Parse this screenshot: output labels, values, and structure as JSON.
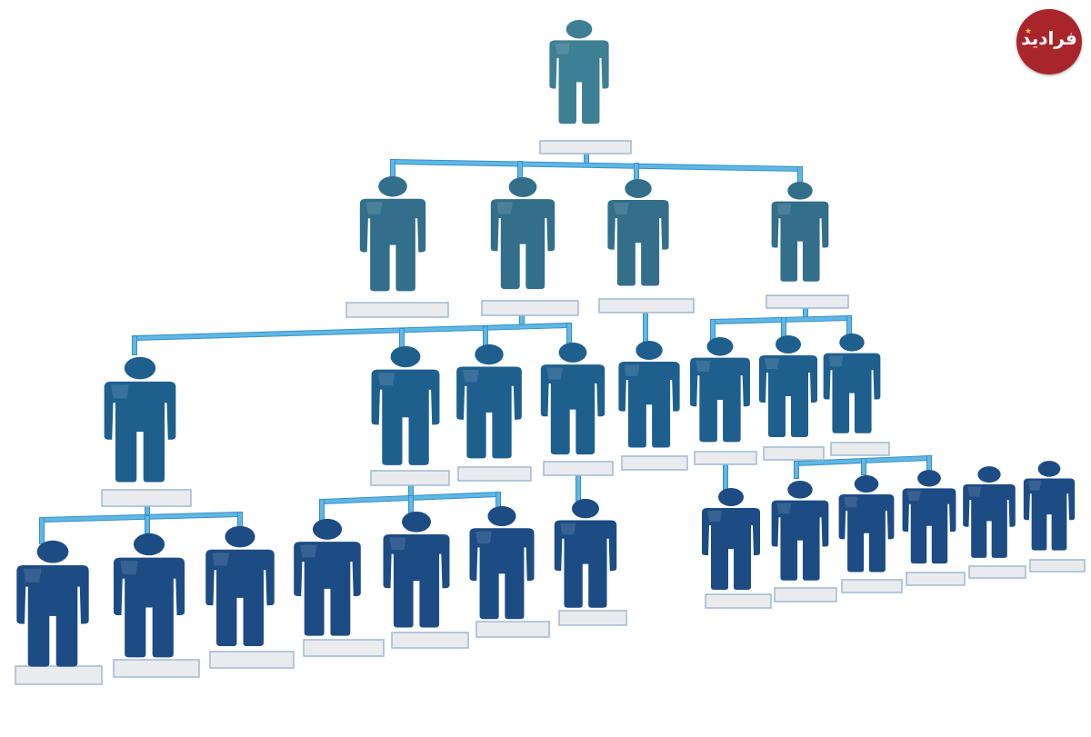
{
  "diagram": {
    "type": "organization-chart",
    "levels": [
      1,
      4,
      8,
      13
    ],
    "colors": {
      "connector": "#5fb7e6",
      "connector_edge": "#3a8fc4",
      "label_box_fill": "#e9ebee",
      "label_box_border": "#9fb9d4",
      "person_top_level": "#3d7f94",
      "person_level_2": "#336f8a",
      "person_level_3": "#1f5f8e",
      "person_level_4": "#1d4c84",
      "background": "#ffffff"
    },
    "person_icon": "person-silhouette-icon"
  },
  "watermark": {
    "text": "فرادید",
    "color": "#a8262b",
    "icon": "star-icon"
  }
}
